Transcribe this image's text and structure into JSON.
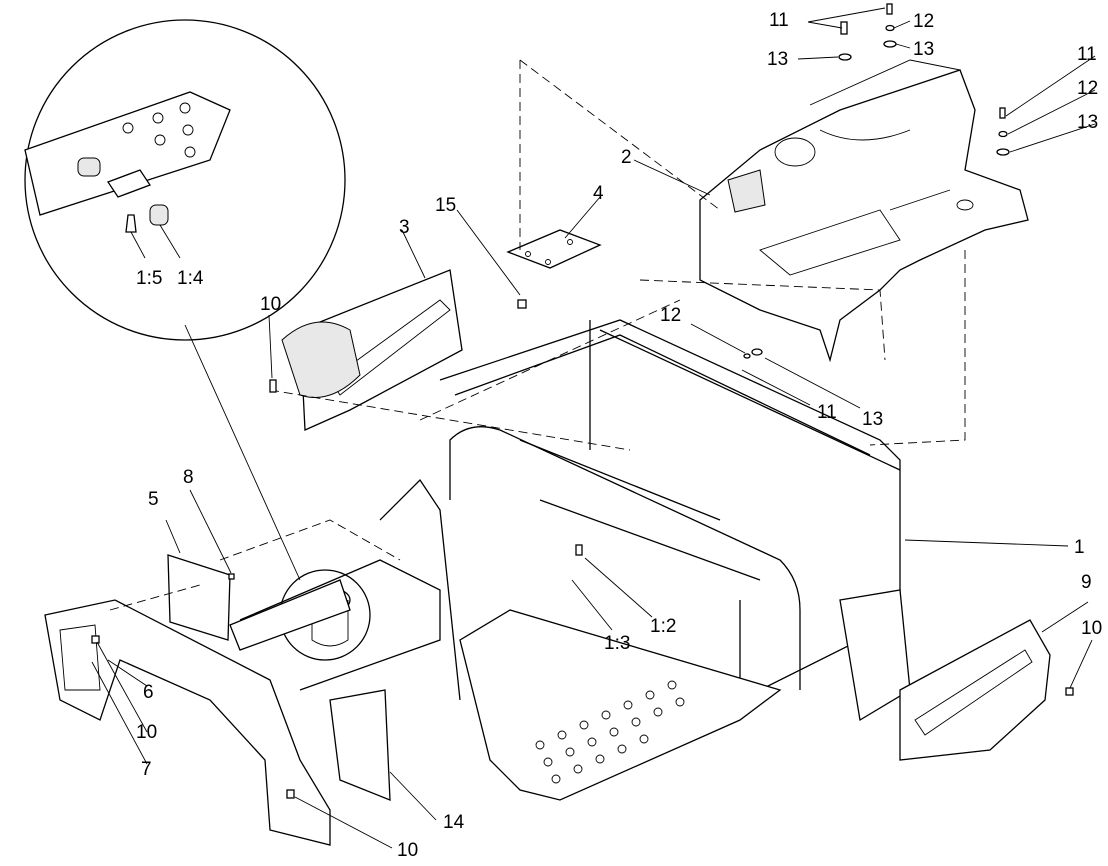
{
  "callouts": {
    "c1": "1",
    "c1_2": "1:2",
    "c1_3": "1:3",
    "c1_4": "1:4",
    "c1_5": "1:5",
    "c2": "2",
    "c3": "3",
    "c4": "4",
    "c5": "5",
    "c6": "6",
    "c7": "7",
    "c8": "8",
    "c9": "9",
    "c10a": "10",
    "c10b": "10",
    "c10c": "10",
    "c10d": "10",
    "c11a": "11",
    "c11b": "11",
    "c11c": "11",
    "c12a": "12",
    "c12b": "12",
    "c12c": "12",
    "c13a": "13",
    "c13b": "13",
    "c13c": "13",
    "c13d": "13",
    "c14": "14",
    "c15": "15"
  }
}
